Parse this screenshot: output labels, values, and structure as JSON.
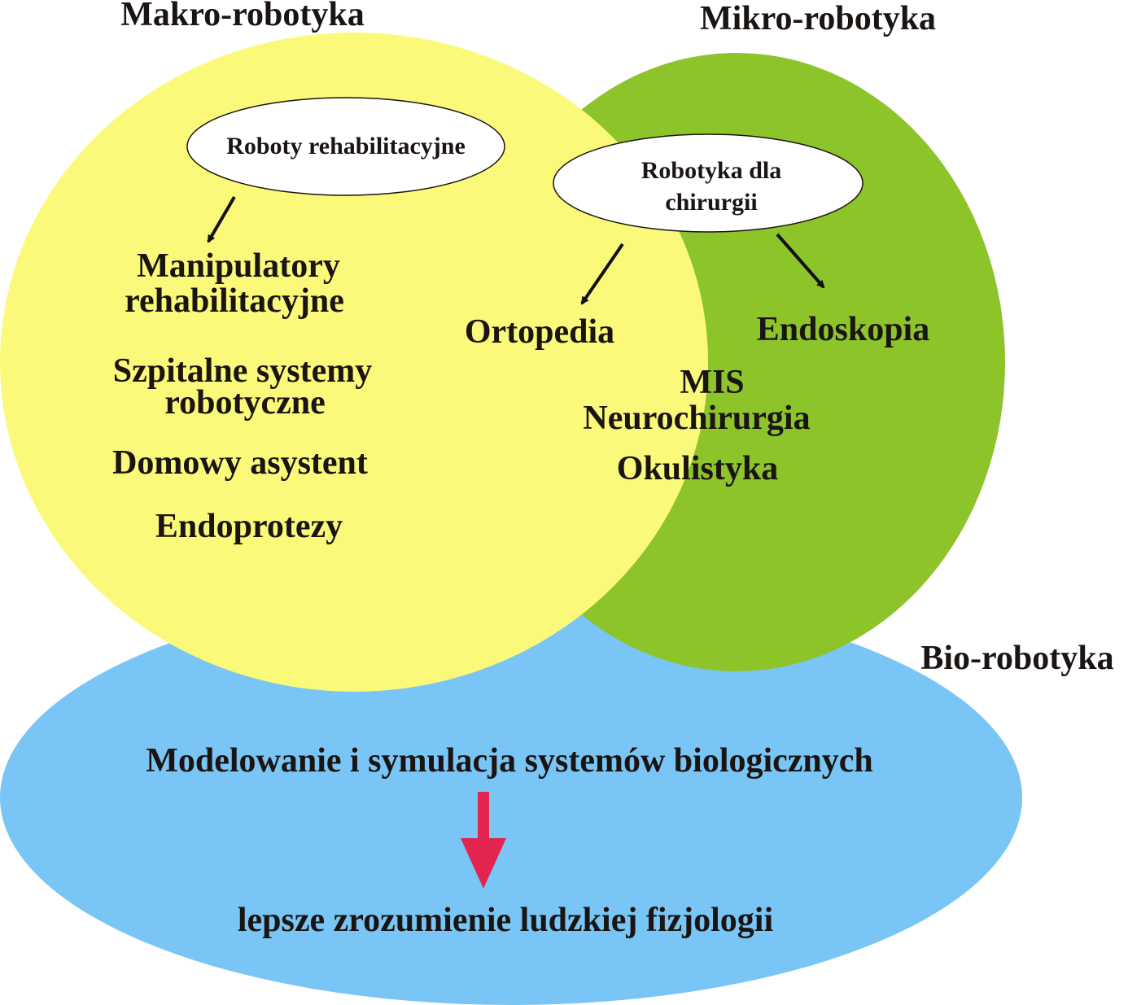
{
  "colors": {
    "makro_circle": "#fbf97a",
    "mikro_circle": "#8cc42a",
    "bio_ellipse": "#79c5f5",
    "oval_fill": "#ffffff",
    "text": "#1a1412",
    "arrow_black": "#111111",
    "arrow_red": "#e2244f"
  },
  "sections": {
    "makro": "Makro-robotyka",
    "mikro": "Mikro-robotyka",
    "bio": "Bio-robotyka"
  },
  "ovals": {
    "rehab": "Roboty rehabilitacyjne",
    "surgery_line1": "Robotyka dla",
    "surgery_line2": "chirurgii"
  },
  "makro_items": {
    "manip_line1": "Manipulatory",
    "manip_line2": "rehabilitacyjne",
    "hospital_line1": "Szpitalne systemy",
    "hospital_line2": "robotyczne",
    "home": "Domowy asystent",
    "endoprot": "Endoprotezy"
  },
  "surgery_items": {
    "ortopedia": "Ortopedia",
    "endoskopia": "Endoskopia",
    "mis": "MIS",
    "neuro": "Neurochirurgia",
    "okul": "Okulistyka"
  },
  "bio_items": {
    "modelling": "Modelowanie i symulacja systemów biologicznych",
    "understanding": "lepsze zrozumienie ludzkiej fizjologii"
  }
}
